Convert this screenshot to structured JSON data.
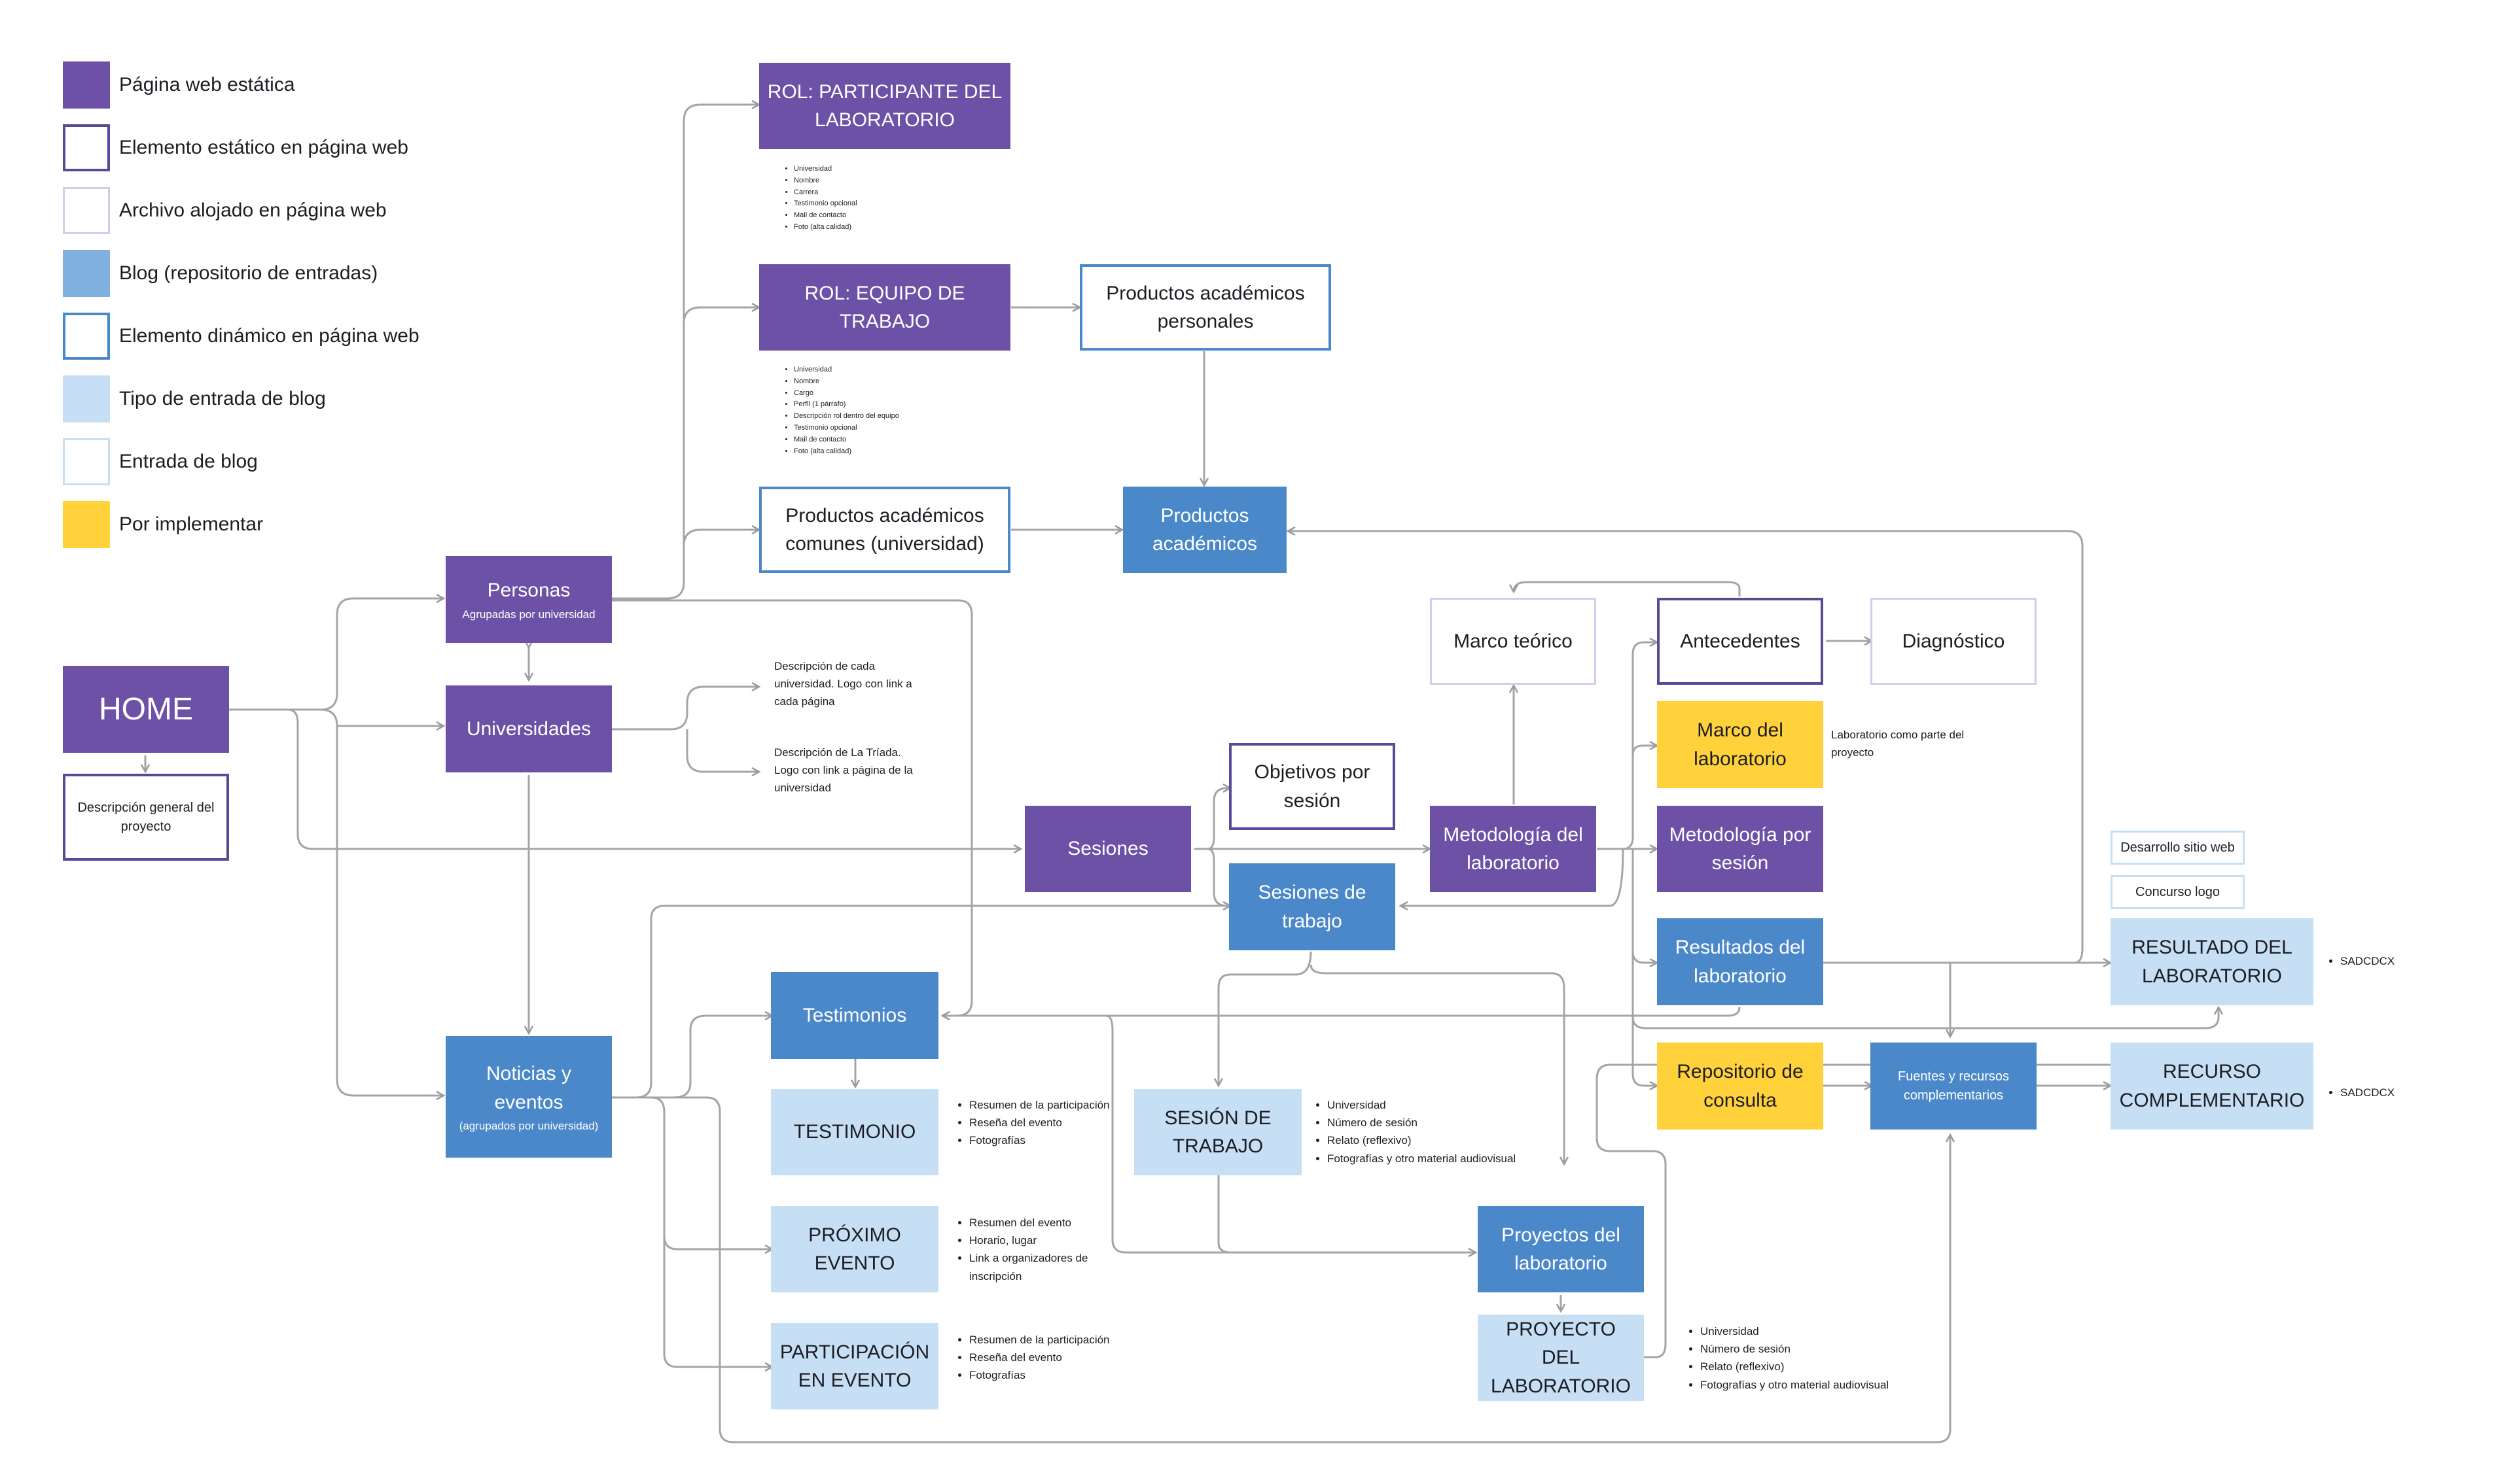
{
  "legend": [
    {
      "label": "Página web estática",
      "style": "static"
    },
    {
      "label": "Elemento estático en página web",
      "style": "static-el"
    },
    {
      "label": "Archivo alojado en página web",
      "style": "file"
    },
    {
      "label": "Blog (repositorio de entradas)",
      "style": "blog"
    },
    {
      "label": "Elemento dinámico en página web",
      "style": "dyn"
    },
    {
      "label": "Tipo de entrada de blog",
      "style": "type"
    },
    {
      "label": "Entrada de blog",
      "style": "entry"
    },
    {
      "label": "Por implementar",
      "style": "todo"
    }
  ],
  "colors": {
    "static": "#6c51a6",
    "static_el_border": "#5b4896",
    "file_border": "#d9c9ee",
    "blog": "#4a88c9",
    "dyn_border": "#4a88c9",
    "type": "#c6dff5",
    "entry_border": "#c6dff5",
    "todo": "#ffd13a",
    "connector": "#9a9aa2"
  },
  "nodes": {
    "home": {
      "label": "HOME"
    },
    "home_desc": {
      "label": "Descripción general del proyecto"
    },
    "personas": {
      "label": "Personas",
      "sub": "Agrupadas por universidad"
    },
    "universidades": {
      "label": "Universidades"
    },
    "noticias": {
      "label": "Noticias y eventos",
      "sub": "(agrupados por universidad)"
    },
    "rol_participante": {
      "label": "ROL: PARTICIPANTE DEL LABORATORIO"
    },
    "rol_equipo": {
      "label": "ROL: EQUIPO DE TRABAJO"
    },
    "prod_personales": {
      "label": "Productos académicos personales"
    },
    "prod_comunes": {
      "label": "Productos académicos comunes (universidad)"
    },
    "prod_academicos": {
      "label": "Productos académicos"
    },
    "sesiones": {
      "label": "Sesiones"
    },
    "objetivos": {
      "label": "Objetivos por sesión"
    },
    "sesiones_trabajo": {
      "label": "Sesiones de trabajo"
    },
    "metodologia_lab": {
      "label": "Metodología del laboratorio"
    },
    "marco_teorico": {
      "label": "Marco teórico"
    },
    "antecedentes": {
      "label": "Antecedentes"
    },
    "diagnostico": {
      "label": "Diagnóstico"
    },
    "marco_lab": {
      "label": "Marco del laboratorio"
    },
    "metodologia_sesion": {
      "label": "Metodología por sesión"
    },
    "resultados_lab": {
      "label": "Resultados del laboratorio"
    },
    "repositorio": {
      "label": "Repositorio de consulta"
    },
    "fuentes": {
      "label": "Fuentes y recursos complementarios"
    },
    "resultado_lab": {
      "label": "RESULTADO DEL LABORATORIO"
    },
    "recurso": {
      "label": "RECURSO COMPLEMENTARIO"
    },
    "desarrollo_web": {
      "label": "Desarrollo sitio web"
    },
    "concurso_logo": {
      "label": "Concurso logo"
    },
    "testimonios": {
      "label": "Testimonios"
    },
    "testimonio": {
      "label": "TESTIMONIO"
    },
    "proximo_evento": {
      "label": "PRÓXIMO EVENTO"
    },
    "participacion": {
      "label": "PARTICIPACIÓN EN EVENTO"
    },
    "sesion_trabajo": {
      "label": "SESIÓN DE TRABAJO"
    },
    "proyectos_lab": {
      "label": "Proyectos del laboratorio"
    },
    "proyecto_lab": {
      "label": "PROYECTO DEL LABORATORIO"
    }
  },
  "notes": {
    "univ_desc": "Descripción de cada universidad. Logo con link a cada página",
    "triada_desc": "Descripción de La Tríada. Logo con link a página de la universidad",
    "marco_note": "Laboratorio como parte del proyecto",
    "participante_fields": [
      "Universidad",
      "Nombre",
      "Carrera",
      "Testimonio opcional",
      "Mail de contacto",
      "Foto (alta calidad)"
    ],
    "equipo_fields": [
      "Universidad",
      "Nombre",
      "Cargo",
      "Perfil (1 párrafo)",
      "Descripción rol dentro del equipo",
      "Testimonio opcional",
      "Mail de contacto",
      "Foto (alta calidad)"
    ],
    "testimonio_fields": [
      "Resumen de la participación",
      "Reseña del evento",
      "Fotografías"
    ],
    "evento_fields": [
      "Resumen del evento",
      "Horario, lugar",
      "Link a organizadores de inscripción"
    ],
    "participacion_fields": [
      "Resumen de la participación",
      "Reseña del evento",
      "Fotografías"
    ],
    "sesion_fields": [
      "Universidad",
      "Número de sesión",
      "Relato (reflexivo)",
      "Fotografías y otro material audiovisual"
    ],
    "proyecto_fields": [
      "Universidad",
      "Número de sesión",
      "Relato (reflexivo)",
      "Fotografías y otro material audiovisual"
    ],
    "resultado_fields": [
      "SADCDCX"
    ],
    "recurso_fields": [
      "SADCDCX"
    ]
  }
}
